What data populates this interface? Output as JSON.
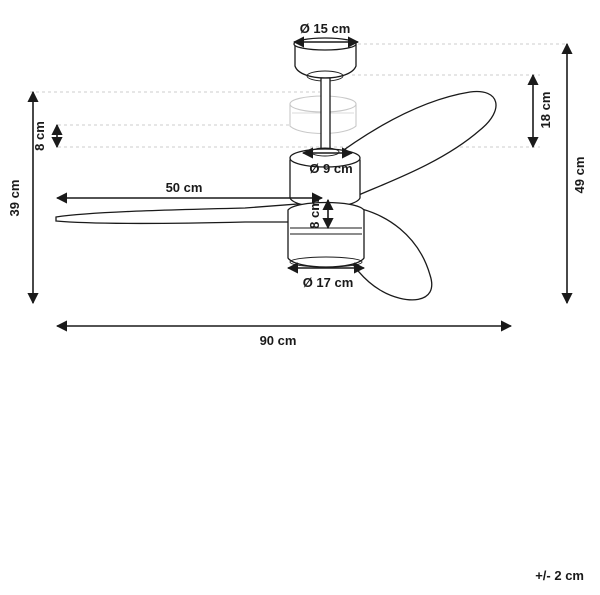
{
  "dimensions": {
    "canopy_diameter": "Ø 15 cm",
    "downrod_diameter": "Ø 9 cm",
    "light_diameter": "Ø 17 cm",
    "blade_length": "50 cm",
    "total_width": "90 cm",
    "height_short": "39 cm",
    "height_tall": "49 cm",
    "downrod_adjust": "18 cm",
    "downrod_extension": "8 cm",
    "light_height": "8 cm"
  },
  "tolerance": "+/- 2 cm"
}
